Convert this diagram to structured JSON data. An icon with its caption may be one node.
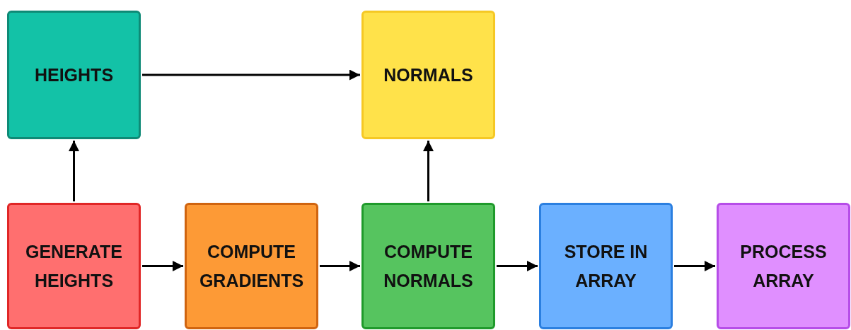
{
  "diagram": {
    "nodes": [
      {
        "text": [
          "HEIGHTS"
        ]
      },
      {
        "text": [
          "NORMALS"
        ]
      },
      {
        "text": [
          "GENERATE HEIGHTS"
        ]
      },
      {
        "text": [
          "COMPUTE GRADIENTS"
        ]
      },
      {
        "text": [
          "COMPUTE NORMALS"
        ]
      },
      {
        "text": [
          "STORE IN ARRAY"
        ]
      },
      {
        "text": [
          "PROCESS ARRAY"
        ]
      }
    ],
    "edges": [
      {
        "from": 0,
        "to": 1,
        "arrow": "to"
      },
      {
        "from": 2,
        "to": 0,
        "arrow": "to"
      },
      {
        "from": 2,
        "to": 3,
        "arrow": "to"
      },
      {
        "from": 3,
        "to": 4,
        "arrow": "to"
      },
      {
        "from": 4,
        "to": 1,
        "arrow": "to"
      },
      {
        "from": 4,
        "to": 5,
        "arrow": "to"
      },
      {
        "from": 5,
        "to": 6,
        "arrow": "to"
      }
    ]
  }
}
